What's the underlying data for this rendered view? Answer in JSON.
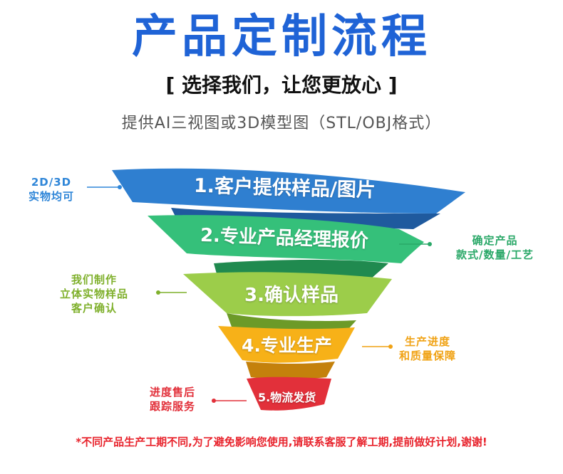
{
  "title": "产品定制流程",
  "subtitle": "[ 选择我们，让您更放心 ]",
  "description": "提供AI三视图或3D模型图（STL/OBJ格式）",
  "steps": [
    {
      "label": "1.客户提供样品/图片",
      "color": "#2f7fd0",
      "dark": "#1f5a9e"
    },
    {
      "label": "2.专业产品经理报价",
      "color": "#35c07a",
      "dark": "#208a4f"
    },
    {
      "label": "3.确认样品",
      "color": "#9ccd4a",
      "dark": "#6c9a28"
    },
    {
      "label": "4.专业生产",
      "color": "#f7b118",
      "dark": "#c4810c"
    },
    {
      "label": "5.物流发货",
      "color": "#e2303a",
      "dark": "#a81c23"
    }
  ],
  "notes": [
    {
      "lines": [
        "2D/3D",
        "实物均可"
      ],
      "color": "#2f86d8"
    },
    {
      "lines": [
        "确定产品",
        "款式/数量/工艺"
      ],
      "color": "#2aa868"
    },
    {
      "lines": [
        "我们制作",
        "立体实物样品",
        "客户确认"
      ],
      "color": "#7fb02c"
    },
    {
      "lines": [
        "生产进度",
        "和质量保障"
      ],
      "color": "#f0a214"
    },
    {
      "lines": [
        "进度售后",
        "跟踪服务"
      ],
      "color": "#e2303a"
    }
  ],
  "footer": "*不同产品生产工期不同,为了避免影响您使用,请联系客服了解工期,提前做好计划,谢谢!"
}
